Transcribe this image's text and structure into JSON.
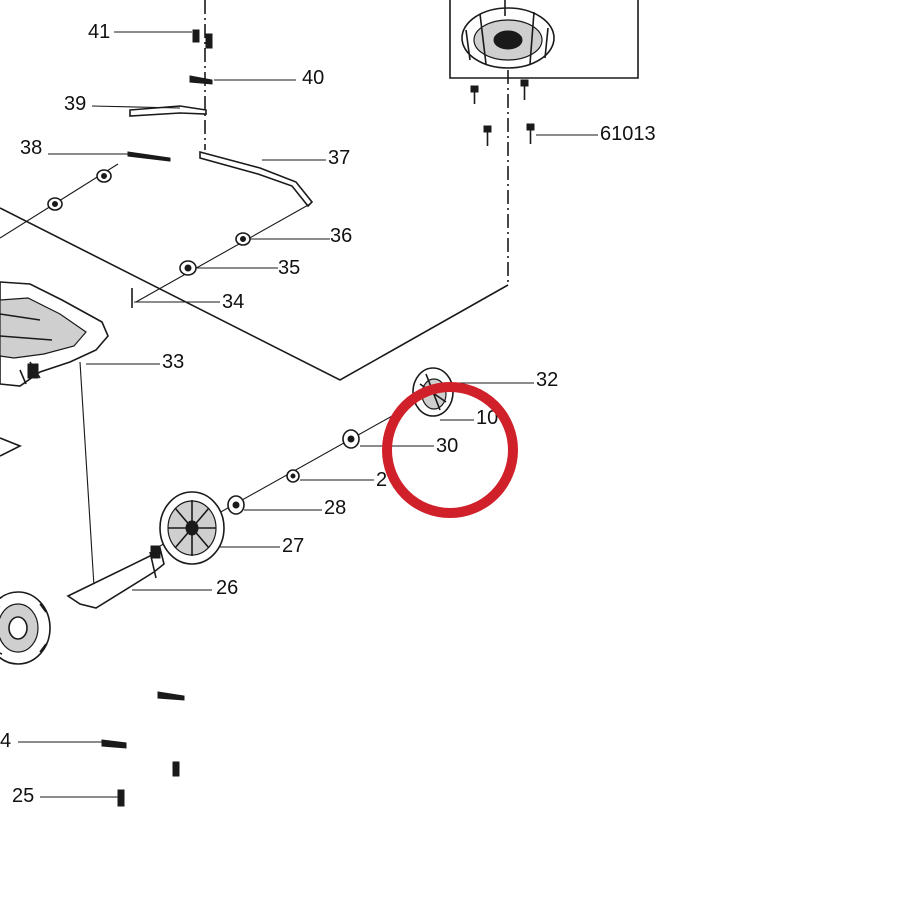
{
  "diagram": {
    "part_labels": {
      "p41": "41",
      "p40": "40",
      "p39": "39",
      "p38": "38",
      "p37": "37",
      "p36": "36",
      "p35": "35",
      "p34": "34",
      "p33": "33",
      "p32": "32",
      "p10": "10",
      "p30": "30",
      "p29": "2",
      "p28": "28",
      "p27": "27",
      "p26": "26",
      "p24": "4",
      "p25": "25",
      "p61013": "61013"
    },
    "highlight": {
      "color": "#d0202a",
      "target": "30"
    }
  }
}
